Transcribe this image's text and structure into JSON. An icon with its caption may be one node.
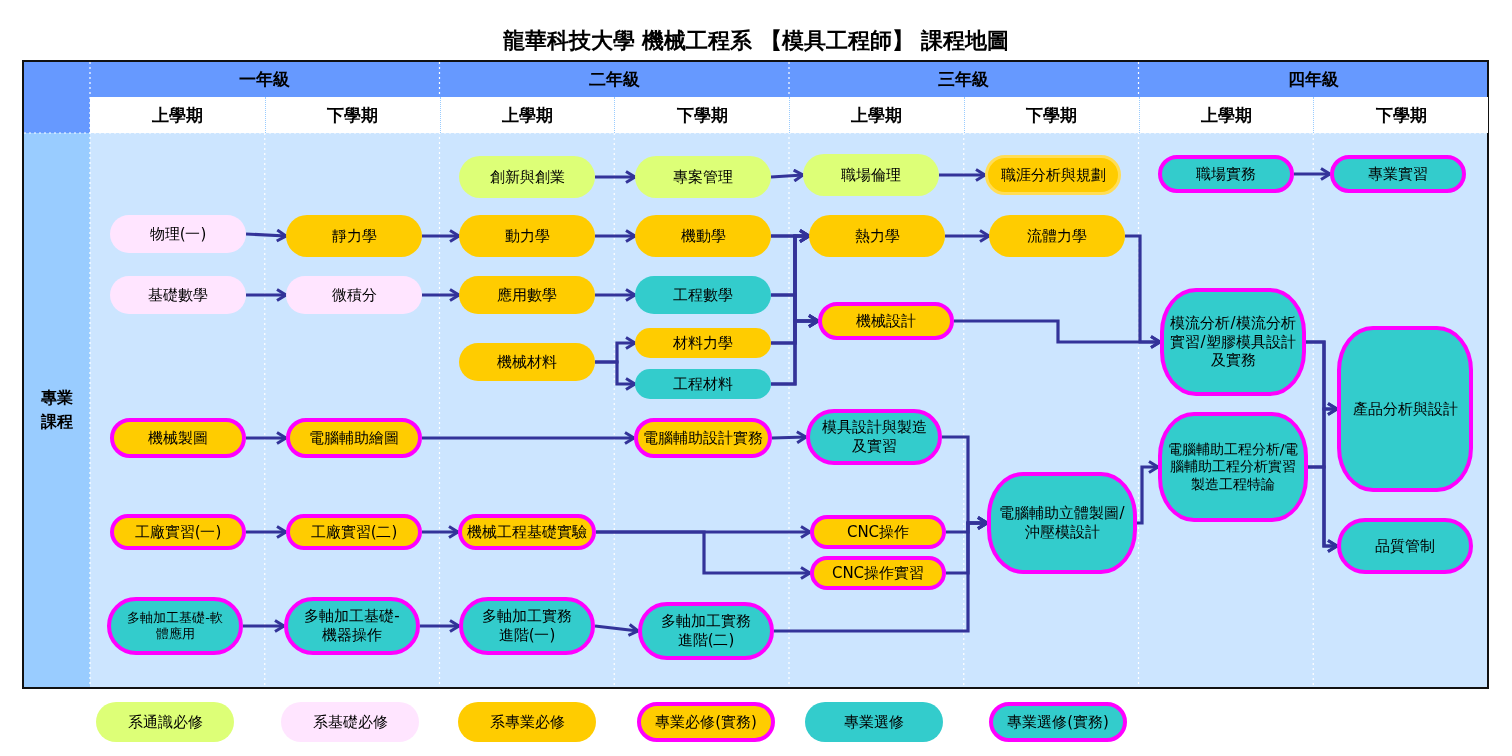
{
  "diagram": {
    "title": "龍華科技大學 機械工程系 【模具工程師】 課程地圖",
    "nodes": [
      {
        "text": [
          "創新與創業"
        ]
      },
      {
        "text": [
          "專案管理"
        ]
      },
      {
        "text": [
          "職場倫理"
        ]
      },
      {
        "text": [
          "職涯分析與規劃"
        ]
      },
      {
        "text": [
          "職場實務"
        ]
      },
      {
        "text": [
          "專業實習"
        ]
      },
      {
        "text": [
          "物理(一)"
        ]
      },
      {
        "text": [
          "靜力學"
        ]
      },
      {
        "text": [
          "動力學"
        ]
      },
      {
        "text": [
          "機動學"
        ]
      },
      {
        "text": [
          "熱力學"
        ]
      },
      {
        "text": [
          "流體力學"
        ]
      },
      {
        "text": [
          "基礎數學"
        ]
      },
      {
        "text": [
          "微積分"
        ]
      },
      {
        "text": [
          "應用數學"
        ]
      },
      {
        "text": [
          "工程數學"
        ]
      },
      {
        "text": [
          "機械設計"
        ]
      },
      {
        "text": [
          "材料力學"
        ]
      },
      {
        "text": [
          "機械材料"
        ]
      },
      {
        "text": [
          "工程材料"
        ]
      },
      {
        "text": [
          "模流分析/模流分析實習/塑膠模具設計及實務"
        ]
      },
      {
        "text": [
          "產品分析與設計"
        ]
      },
      {
        "text": [
          "機械製圖"
        ]
      },
      {
        "text": [
          "電腦輔助繪圖"
        ]
      },
      {
        "text": [
          "電腦輔助設計實務"
        ]
      },
      {
        "text": [
          "模具設計與製造及實習"
        ]
      },
      {
        "text": [
          "電腦輔助工程分析/電腦輔助工程分析實習製造工程特論"
        ]
      },
      {
        "text": [
          "工廠實習(一)"
        ]
      },
      {
        "text": [
          "工廠實習(二)"
        ]
      },
      {
        "text": [
          "機械工程基礎實驗"
        ]
      },
      {
        "text": [
          "CNC操作"
        ]
      },
      {
        "text": [
          "CNC操作實習"
        ]
      },
      {
        "text": [
          "電腦輔助立體製圖/沖壓模設計"
        ]
      },
      {
        "text": [
          "品質管制"
        ]
      },
      {
        "text": [
          "多軸加工基礎-軟體應用"
        ]
      },
      {
        "text": [
          "多軸加工基礎-機器操作"
        ]
      },
      {
        "text": [
          "多軸加工實務進階(一)"
        ]
      },
      {
        "text": [
          "多軸加工實務進階(二)"
        ]
      }
    ],
    "edges": [
      {
        "from": 0,
        "to": 1,
        "arrow": "to"
      },
      {
        "from": 1,
        "to": 2,
        "arrow": "to"
      },
      {
        "from": 2,
        "to": 3,
        "arrow": "to"
      },
      {
        "from": 4,
        "to": 5,
        "arrow": "to"
      },
      {
        "from": 6,
        "to": 7,
        "arrow": "to"
      },
      {
        "from": 7,
        "to": 8,
        "arrow": "to"
      },
      {
        "from": 8,
        "to": 9,
        "arrow": "to"
      },
      {
        "from": 12,
        "to": 13,
        "arrow": "to"
      },
      {
        "from": 13,
        "to": 14,
        "arrow": "to"
      },
      {
        "from": 14,
        "to": 15,
        "arrow": "to"
      },
      {
        "from": 18,
        "to": 17,
        "arrow": "to"
      },
      {
        "from": 18,
        "to": 19,
        "arrow": "to"
      },
      {
        "from": 9,
        "to": 10,
        "arrow": "to"
      },
      {
        "from": 9,
        "to": 16,
        "arrow": "to"
      },
      {
        "from": 15,
        "to": 10,
        "arrow": "to"
      },
      {
        "from": 15,
        "to": 16,
        "arrow": "to"
      },
      {
        "from": 17,
        "to": 10,
        "arrow": "to"
      },
      {
        "from": 17,
        "to": 16,
        "arrow": "to"
      },
      {
        "from": 19,
        "to": 10,
        "arrow": "to"
      },
      {
        "from": 19,
        "to": 16,
        "arrow": "to"
      },
      {
        "from": 10,
        "to": 11,
        "arrow": "to"
      },
      {
        "from": 11,
        "to": 20,
        "arrow": "to"
      },
      {
        "from": 16,
        "to": 20,
        "arrow": "to"
      },
      {
        "from": 22,
        "to": 23,
        "arrow": "to"
      },
      {
        "from": 23,
        "to": 24,
        "arrow": "to"
      },
      {
        "from": 24,
        "to": 25,
        "arrow": "to"
      },
      {
        "from": 27,
        "to": 28,
        "arrow": "to"
      },
      {
        "from": 28,
        "to": 29,
        "arrow": "to"
      },
      {
        "from": 29,
        "to": 30,
        "arrow": "to"
      },
      {
        "from": 29,
        "to": 31,
        "arrow": "to"
      },
      {
        "from": 25,
        "to": 32,
        "arrow": "to"
      },
      {
        "from": 30,
        "to": 32,
        "arrow": "to"
      },
      {
        "from": 31,
        "to": 32,
        "arrow": "to"
      },
      {
        "from": 37,
        "to": 32,
        "arrow": "to"
      },
      {
        "from": 32,
        "to": 26,
        "arrow": "to"
      },
      {
        "from": 20,
        "to": 21,
        "arrow": "to"
      },
      {
        "from": 20,
        "to": 33,
        "arrow": "to"
      },
      {
        "from": 26,
        "to": 21,
        "arrow": "to"
      },
      {
        "from": 26,
        "to": 33,
        "arrow": "to"
      },
      {
        "from": 34,
        "to": 35,
        "arrow": "to"
      },
      {
        "from": 35,
        "to": 36,
        "arrow": "to"
      },
      {
        "from": 36,
        "to": 37,
        "arrow": "to"
      }
    ],
    "labels": [
      "一年級",
      "二年級",
      "三年級",
      "四年級",
      "上學期",
      "下學期",
      "上學期",
      "下學期",
      "上學期",
      "下學期",
      "上學期",
      "下學期",
      "專業課程"
    ],
    "legend": [
      {
        "text": "系通識必修",
        "color": "#ddff77"
      },
      {
        "text": "系基礎必修",
        "color": "#ffe5ff"
      },
      {
        "text": "系專業必修",
        "color": "#ffcc00"
      },
      {
        "text": "專業必修(實務)",
        "color": "#ffcc00"
      },
      {
        "text": "專業選修",
        "color": "#33cccc"
      },
      {
        "text": "專業選修(實務)",
        "color": "#33cccc"
      }
    ]
  }
}
